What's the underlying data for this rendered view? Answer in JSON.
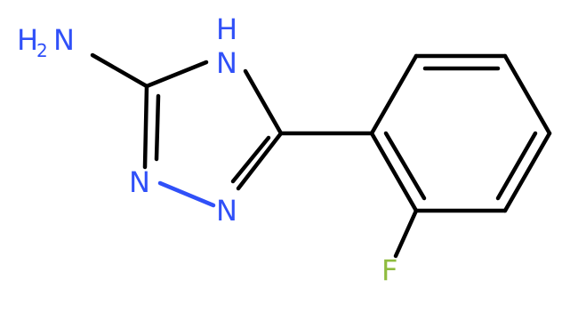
{
  "molecule": {
    "atoms": {
      "amine": {
        "element": "N",
        "hydrogens": "H",
        "hcount": "2"
      },
      "ring_nh": {
        "element": "N",
        "hydrogen": "H"
      },
      "n1": {
        "element": "N"
      },
      "n2": {
        "element": "N"
      },
      "fluorine": {
        "element": "F"
      }
    }
  },
  "colors": {
    "nitrogen": "#3050f8",
    "fluorine": "#8fbc3f",
    "carbon_bond": "#000000",
    "background": "#ffffff"
  }
}
